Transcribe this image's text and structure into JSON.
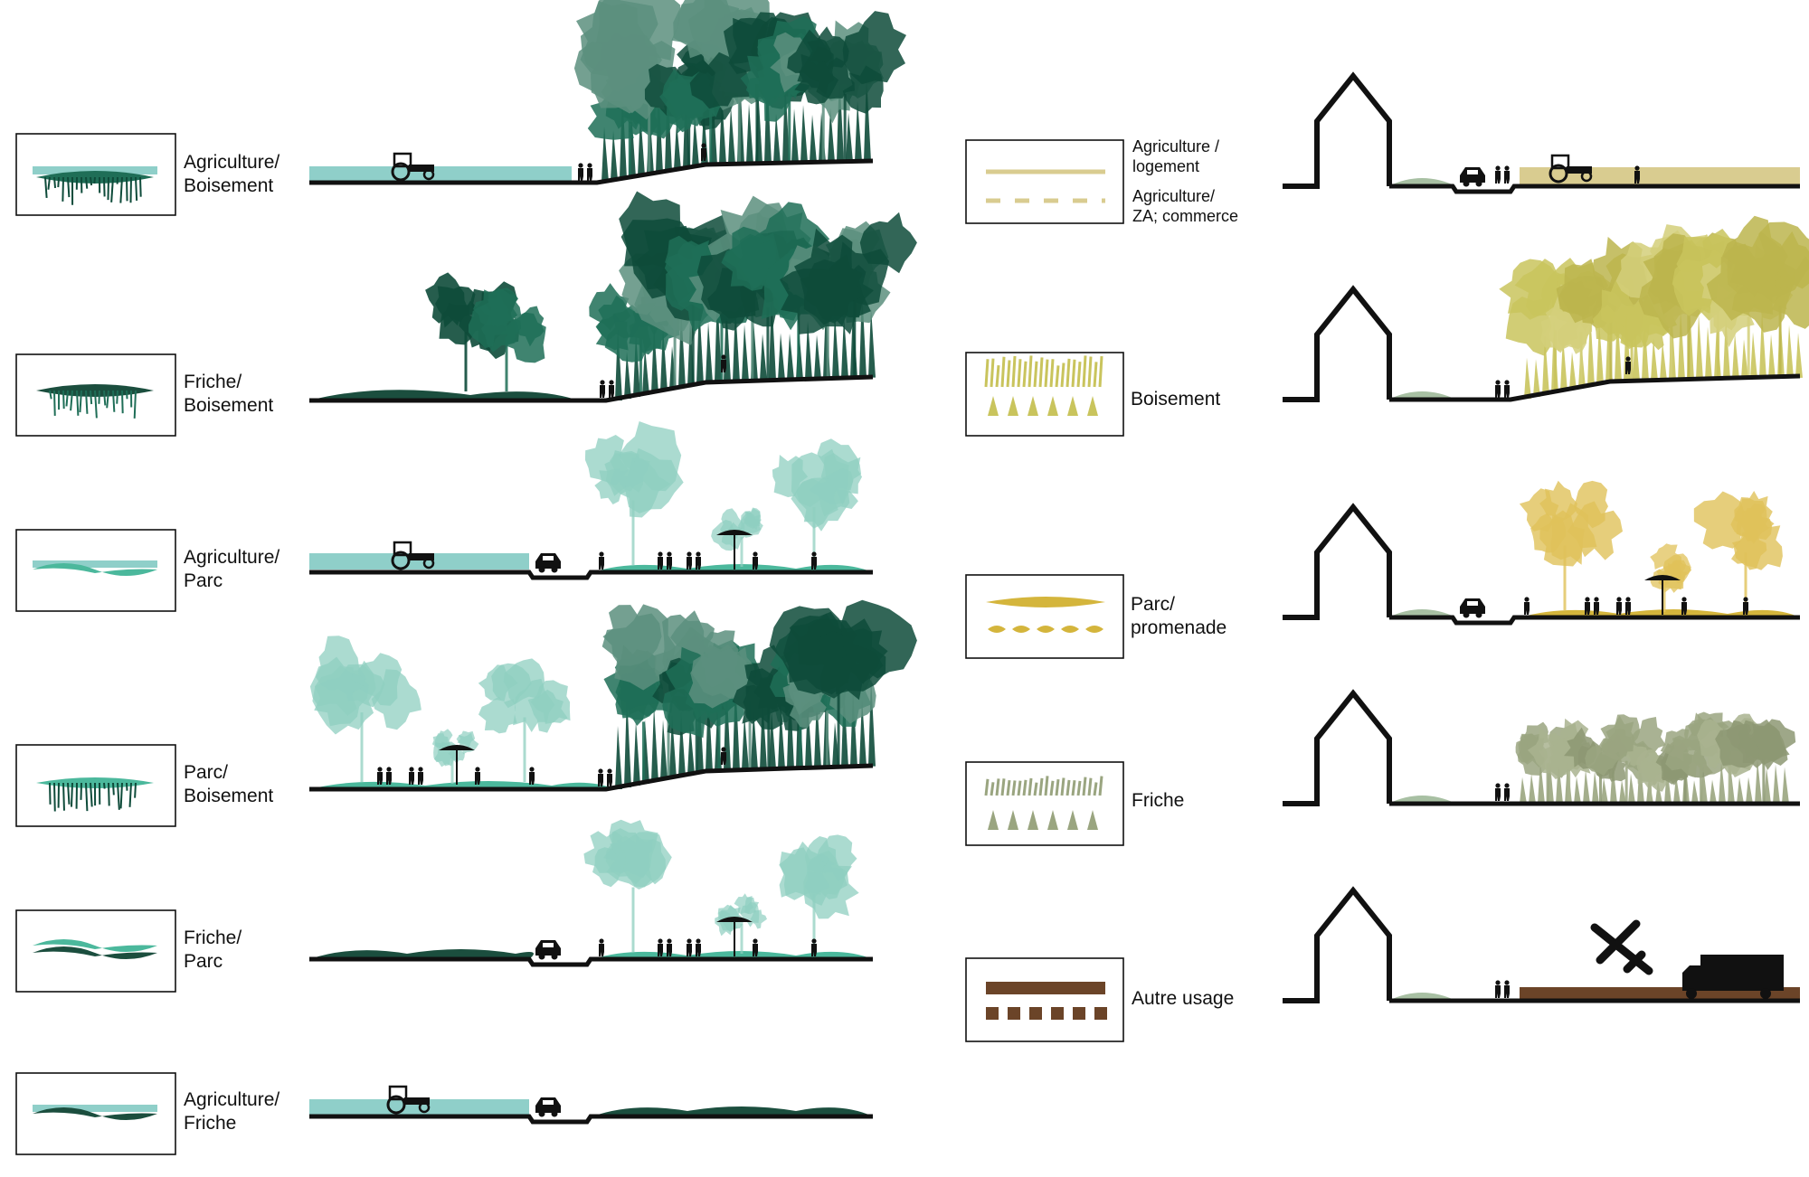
{
  "colors": {
    "ink": "#111111",
    "agriculture": "#8fcfc9",
    "forest_dark": "#0e4b3a",
    "forest_mid": "#1f6e57",
    "forest_light": "#5c8f7e",
    "park": "#4bb89c",
    "park_tree": "#8fcfc0",
    "friche_green": "#1b4e3e",
    "housing_beige": "#d9cc90",
    "woodland_yellow": "#c9c45d",
    "park_gold": "#d4b53c",
    "friche_olive": "#9aa580",
    "other_brown": "#6b4428",
    "mound_sage": "#a8c0a3"
  },
  "left_rows": [
    {
      "label": [
        "Agriculture/",
        "Boisement"
      ]
    },
    {
      "label": [
        "Friche/",
        "Boisement"
      ]
    },
    {
      "label": [
        "Agriculture/",
        "Parc"
      ]
    },
    {
      "label": [
        "Parc/",
        "Boisement"
      ]
    },
    {
      "label": [
        "Friche/",
        "Parc"
      ]
    },
    {
      "label": [
        "Agriculture/",
        "Friche"
      ]
    }
  ],
  "right_rows": [
    {
      "label_top": [
        "Agriculture /",
        "logement"
      ],
      "label_bottom": [
        "Agriculture/",
        "ZA; commerce"
      ]
    },
    {
      "label": [
        "Boisement"
      ]
    },
    {
      "label": [
        "Parc/",
        "promenade"
      ]
    },
    {
      "label": [
        "Friche"
      ]
    },
    {
      "label": [
        "Autre usage"
      ]
    }
  ]
}
